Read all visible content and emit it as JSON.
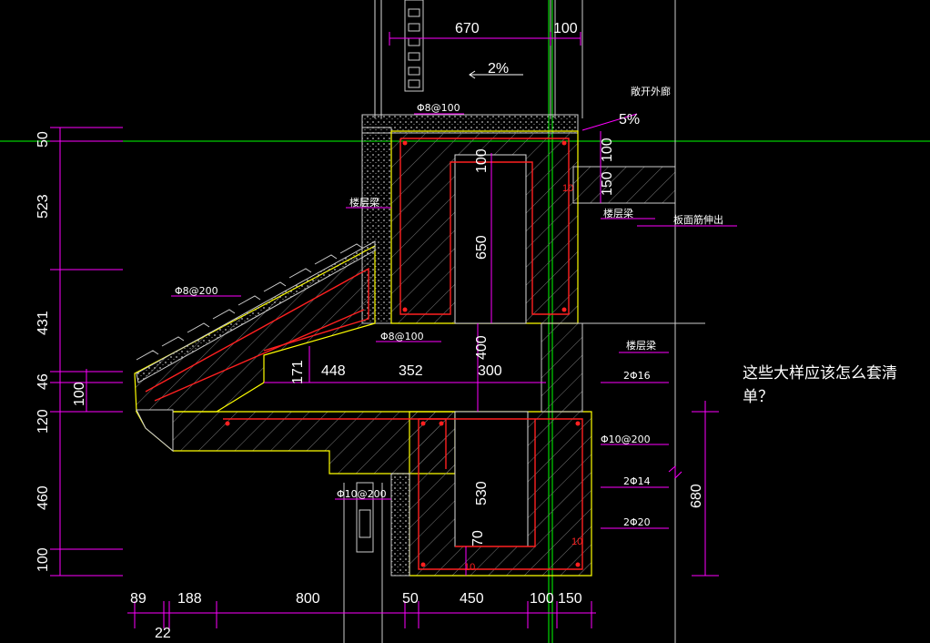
{
  "question": "这些大样应该怎么套清单？",
  "colors": {
    "background": "#000000",
    "dimension": "#ff00ff",
    "concrete_outline": "#ffff00",
    "rebar": "#ff2020",
    "centerline": "#00ff00",
    "text": "#ffffff",
    "hatch": "#888888"
  },
  "dimensions": {
    "top": [
      "670",
      "100"
    ],
    "bottom": [
      "89",
      "188",
      "800",
      "50",
      "450",
      "100",
      "150",
      "22"
    ],
    "left": [
      "50",
      "523",
      "431",
      "46",
      "120",
      "460",
      "100",
      "100"
    ],
    "right": [
      "680"
    ],
    "internal": [
      "150",
      "100",
      "650",
      "400",
      "448",
      "352",
      "300",
      "171",
      "530",
      "70",
      "100",
      "10",
      "10",
      "10"
    ]
  },
  "slope": "2%",
  "slope_right": "5%",
  "rebar_labels": {
    "top_bar": "Φ8@100",
    "roof_slope": "Φ8@200",
    "mid_bar": "Φ8@100",
    "bottom_bar": "Φ10@200",
    "right_bar": "Φ10@200",
    "r1": "2Φ16",
    "r2": "2Φ14",
    "r3": "2Φ20"
  },
  "annotations": {
    "corridor": "敞开外廊",
    "floor_beam_left": "楼层梁",
    "floor_beam_right": "楼层梁",
    "slab_extend": "板面筋伸出",
    "floor_beam_lower": "楼层梁"
  }
}
